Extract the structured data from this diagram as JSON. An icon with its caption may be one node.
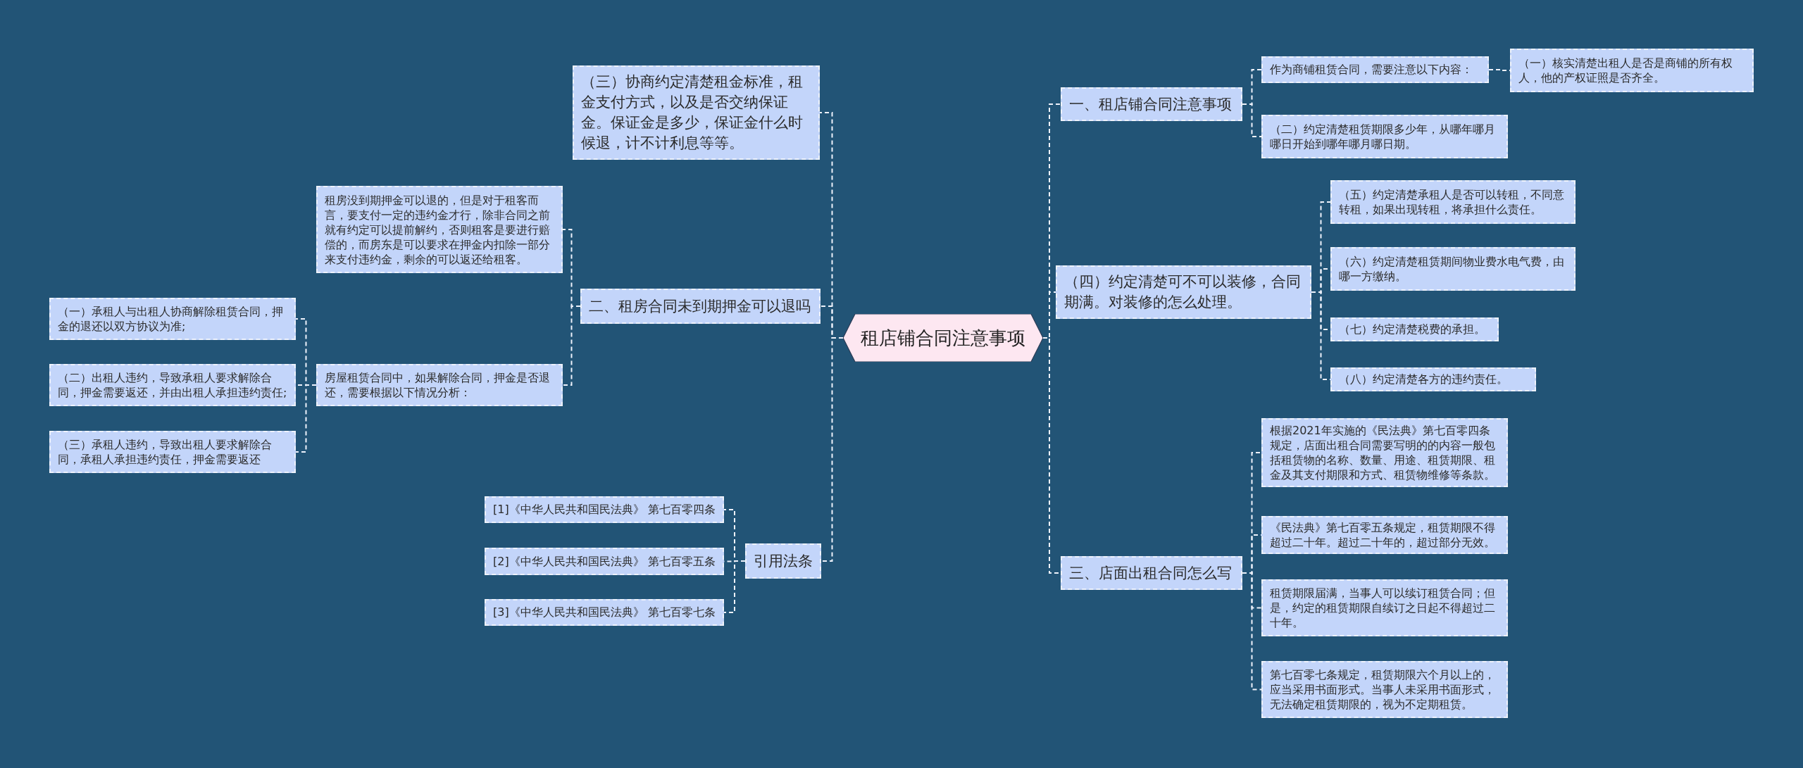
{
  "diagram": {
    "nodes": [
      {
        "text": [
          "租店铺合同注意事项"
        ]
      },
      {
        "text": [
          "一、租店铺合同注意事项"
        ]
      },
      {
        "text": [
          "作为商铺租赁合同，需要注意以下内容："
        ]
      },
      {
        "text": [
          "（一）核实清楚出租人是否是商铺的所有权人，他的产权证照是否齐全。"
        ]
      },
      {
        "text": [
          "（二）约定清楚租赁期限多少年，从哪年哪月哪日开始到哪年哪月哪日期。"
        ]
      },
      {
        "text": [
          "（四）约定清楚可不可以装修，合同期满。对装修的怎么处理。"
        ]
      },
      {
        "text": [
          "（五）约定清楚承租人是否可以转租，不同意转租，如果出现转租，将承担什么责任。"
        ]
      },
      {
        "text": [
          "（六）约定清楚租赁期间物业费水电气费，由哪一方缴纳。"
        ]
      },
      {
        "text": [
          "（七）约定清楚税费的承担。"
        ]
      },
      {
        "text": [
          "（八）约定清楚各方的违约责任。"
        ]
      },
      {
        "text": [
          "三、店面出租合同怎么写"
        ]
      },
      {
        "text": [
          "根据2021年实施的《民法典》第七百零四条规定，店面出租合同需要写明的的内容一般包括租赁物的名称、数量、用途、租赁期限、租金及其支付期限和方式、租赁物维修等条款。"
        ]
      },
      {
        "text": [
          "《民法典》第七百零五条规定，租赁期限不得超过二十年。超过二十年的，超过部分无效。"
        ]
      },
      {
        "text": [
          "租赁期限届满，当事人可以续订租赁合同；但是，约定的租赁期限自续订之日起不得超过二十年。"
        ]
      },
      {
        "text": [
          "第七百零七条规定，租赁期限六个月以上的，应当采用书面形式。当事人未采用书面形式，无法确定租赁期限的，视为不定期租赁。"
        ]
      },
      {
        "text": [
          "（三）协商约定清楚租金标准，租金支付方式，以及是否交纳保证金。保证金是多少，保证金什么时候退，计不计利息等等。"
        ]
      },
      {
        "text": [
          "二、租房合同未到期押金可以退吗"
        ]
      },
      {
        "text": [
          "租房没到期押金可以退的，但是对于租客而言，要支付一定的违约金才行，除非合同之前就有约定可以提前解约，否则租客是要进行赔偿的，而房东是可以要求在押金内扣除一部分来支付违约金，剩余的可以返还给租客。"
        ]
      },
      {
        "text": [
          "房屋租赁合同中，如果解除合同，押金是否退还，需要根据以下情况分析："
        ]
      },
      {
        "text": [
          "（一）承租人与出租人协商解除租赁合同，押金的退还以双方协议为准;"
        ]
      },
      {
        "text": [
          "（二）出租人违约，导致承租人要求解除合同，押金需要返还，并由出租人承担违约责任;"
        ]
      },
      {
        "text": [
          "（三）承租人违约，导致出租人要求解除合同，承租人承担违约责任，押金需要返还"
        ]
      },
      {
        "text": [
          "引用法条"
        ]
      },
      {
        "text": [
          "[1]《中华人民共和国民法典》 第七百零四条"
        ]
      },
      {
        "text": [
          "[2]《中华人民共和国民法典》 第七百零五条"
        ]
      },
      {
        "text": [
          "[3]《中华人民共和国民法典》 第七百零七条"
        ]
      }
    ],
    "edges": [
      {
        "from": 0,
        "to": 1,
        "arrow": "none"
      },
      {
        "from": 1,
        "to": 2,
        "arrow": "none"
      },
      {
        "from": 2,
        "to": 3,
        "arrow": "none"
      },
      {
        "from": 1,
        "to": 4,
        "arrow": "none"
      },
      {
        "from": 0,
        "to": 5,
        "arrow": "none"
      },
      {
        "from": 5,
        "to": 6,
        "arrow": "none"
      },
      {
        "from": 5,
        "to": 7,
        "arrow": "none"
      },
      {
        "from": 5,
        "to": 8,
        "arrow": "none"
      },
      {
        "from": 5,
        "to": 9,
        "arrow": "none"
      },
      {
        "from": 0,
        "to": 10,
        "arrow": "none"
      },
      {
        "from": 10,
        "to": 11,
        "arrow": "none"
      },
      {
        "from": 10,
        "to": 12,
        "arrow": "none"
      },
      {
        "from": 10,
        "to": 13,
        "arrow": "none"
      },
      {
        "from": 10,
        "to": 14,
        "arrow": "none"
      },
      {
        "from": 0,
        "to": 15,
        "arrow": "none"
      },
      {
        "from": 0,
        "to": 16,
        "arrow": "none"
      },
      {
        "from": 16,
        "to": 17,
        "arrow": "none"
      },
      {
        "from": 16,
        "to": 18,
        "arrow": "none"
      },
      {
        "from": 18,
        "to": 19,
        "arrow": "none"
      },
      {
        "from": 18,
        "to": 20,
        "arrow": "none"
      },
      {
        "from": 18,
        "to": 21,
        "arrow": "none"
      },
      {
        "from": 0,
        "to": 22,
        "arrow": "none"
      },
      {
        "from": 22,
        "to": 23,
        "arrow": "none"
      },
      {
        "from": 22,
        "to": 24,
        "arrow": "none"
      },
      {
        "from": 22,
        "to": 25,
        "arrow": "none"
      }
    ]
  }
}
